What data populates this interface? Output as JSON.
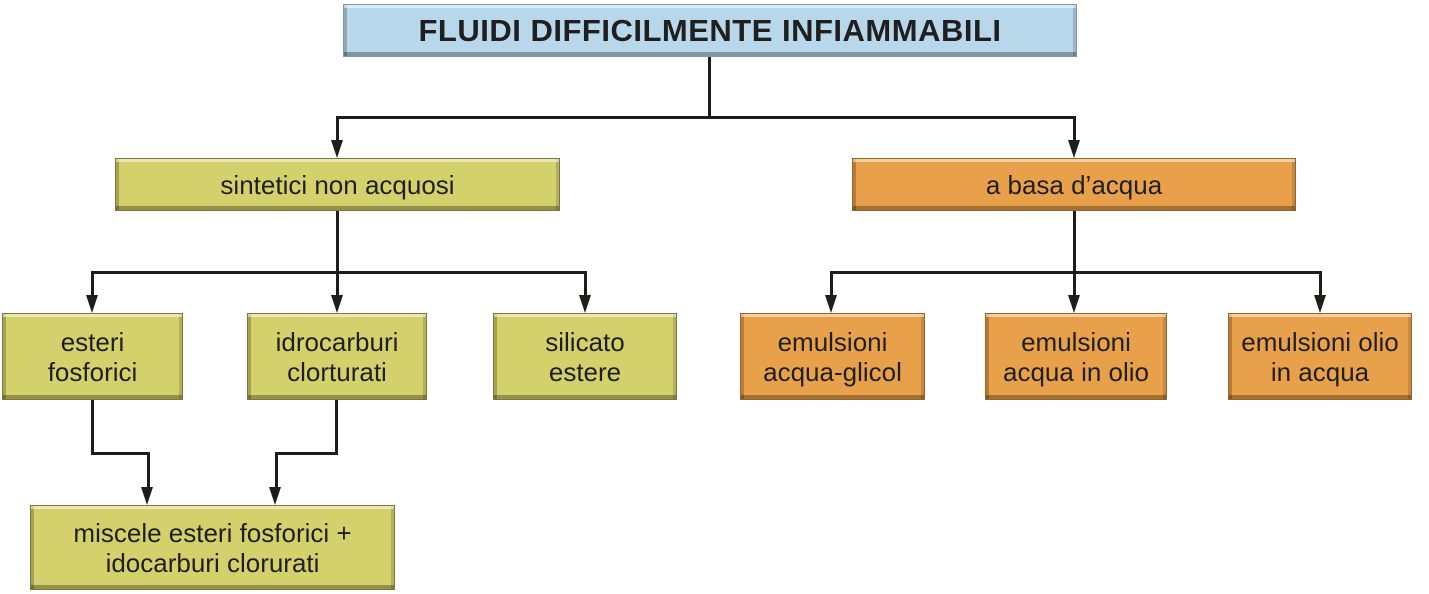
{
  "tree": {
    "root": {
      "label": "FLUIDI DIFFICILMENTE INFIAMMABILI"
    },
    "left_branch": {
      "label": "sintetici non acquosi",
      "children": [
        {
          "label": "esteri fosforici"
        },
        {
          "label": "idrocarburi clorturati"
        },
        {
          "label": "silicato estere"
        }
      ],
      "merge_node": {
        "label": "miscele esteri fosforici + idocarburi clorurati"
      }
    },
    "right_branch": {
      "label": "a basa d’acqua",
      "children": [
        {
          "label": "emulsioni acqua-glicol"
        },
        {
          "label": "emulsioni acqua in olio"
        },
        {
          "label": "emulsioni olio in acqua"
        }
      ]
    }
  },
  "colors": {
    "root_fill": "#b9d7ea",
    "root_border": "#7f98a9",
    "synthetic_fill": "#d4d06c",
    "synthetic_border": "#7e7a35",
    "water_fill": "#e8a14a",
    "water_border": "#9a6524",
    "connector": "#1d1d1b",
    "text": "#1f1f1f",
    "background": "#ffffff"
  }
}
